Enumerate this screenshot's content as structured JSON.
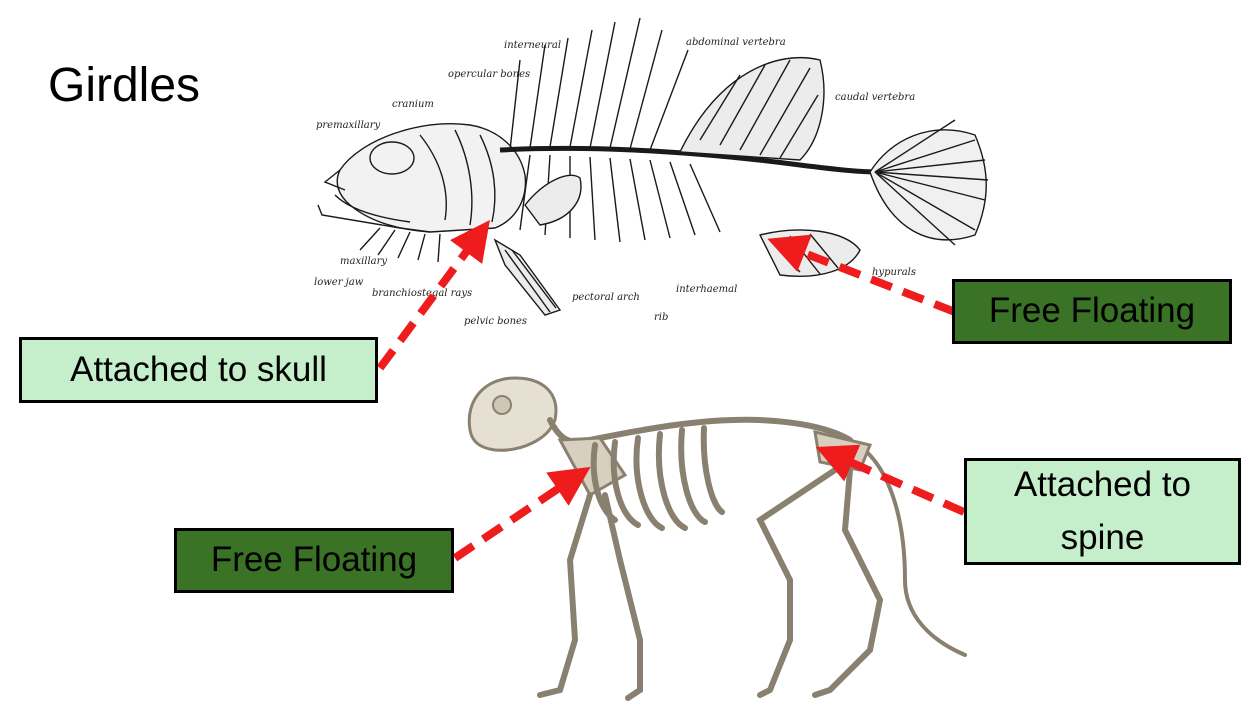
{
  "title": "Girdles",
  "fish_part_labels": {
    "interneural": "interneural",
    "abdominal_vertebra": "abdominal vertebra",
    "opercular_bones": "opercular bones",
    "cranium": "cranium",
    "premaxillary": "premaxillary",
    "caudal_vertebra": "caudal vertebra",
    "maxillary": "maxillary",
    "lower_jaw": "lower jaw",
    "branchiostegal_rays": "branchiostegal rays",
    "pelvic_bones": "pelvic bones",
    "pectoral_arch": "pectoral arch",
    "rib": "rib",
    "interhaemal": "interhaemal",
    "hypurals": "hypurals"
  },
  "callouts": {
    "fish_attached": "Attached to skull",
    "fish_free": "Free Floating",
    "cat_free": "Free Floating",
    "cat_attached_line1": "Attached to",
    "cat_attached_line2": "spine"
  },
  "colors": {
    "light_box": "#c5efcb",
    "dark_box": "#3a7325",
    "arrow": "#ee1c1c"
  }
}
